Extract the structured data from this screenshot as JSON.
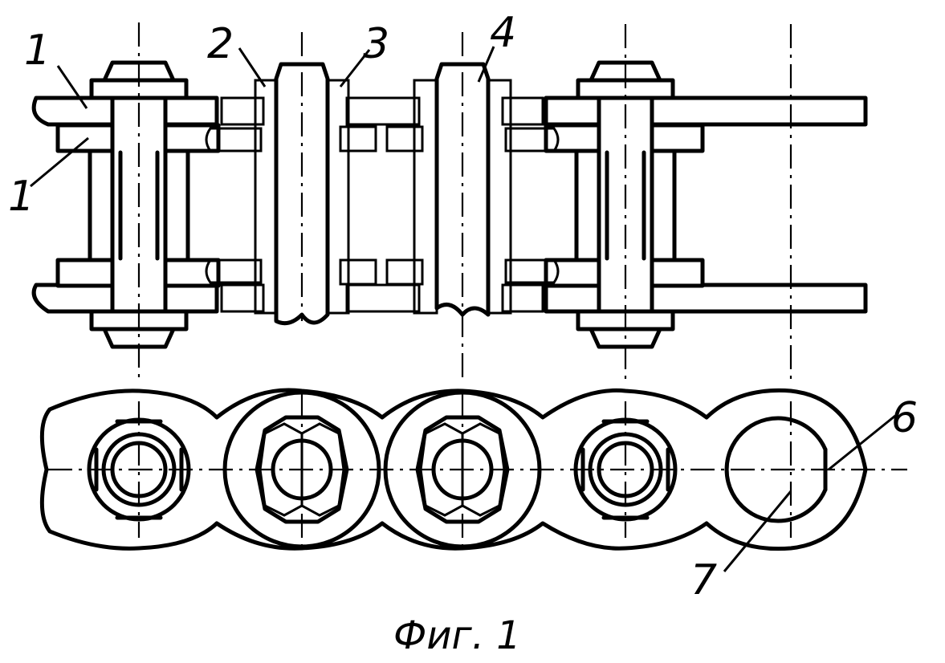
{
  "caption": "Фиг. 1",
  "labels": {
    "l1_top": "1",
    "l1_bottom": "1",
    "l2": "2",
    "l3": "3",
    "l4": "4",
    "l6": "6",
    "l7": "7"
  }
}
